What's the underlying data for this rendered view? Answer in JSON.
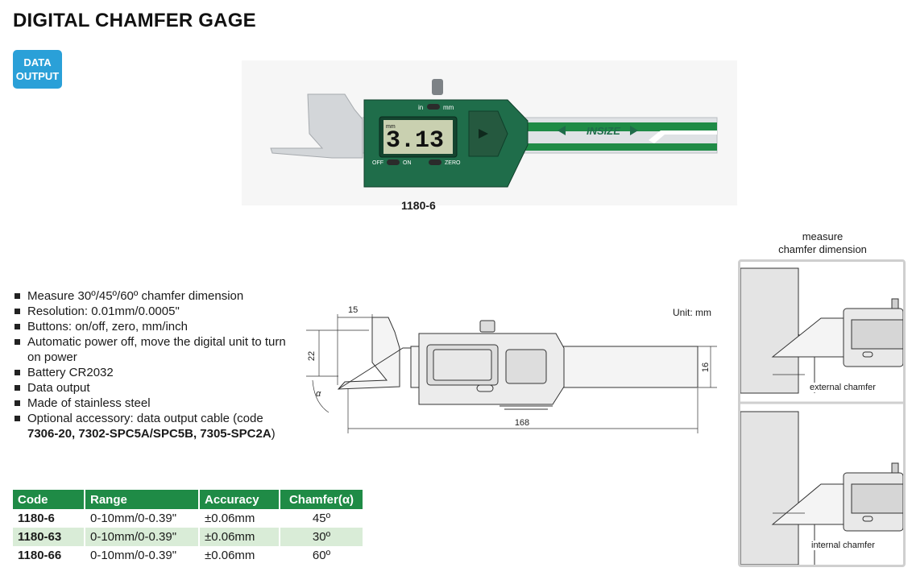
{
  "title": "DIGITAL CHAMFER GAGE",
  "badge": {
    "line1": "DATA",
    "line2": "OUTPUT"
  },
  "product_photo": {
    "model_label": "1180-6",
    "display_value": "3.13",
    "display_unit": "mm",
    "button_in_mm": "in",
    "button_mm": "mm",
    "button_off": "OFF",
    "button_on": "ON",
    "button_zero": "ZERO",
    "brand": "INSIZE",
    "colors": {
      "body": "#1f6d4a",
      "stripe": "#1f8b46",
      "steel": "#d9dcdf"
    }
  },
  "features": [
    {
      "text": "Measure 30º/45º/60º chamfer dimension"
    },
    {
      "text": "Resolution: 0.01mm/0.0005\""
    },
    {
      "text": "Buttons: on/off, zero, mm/inch"
    },
    {
      "text": "Automatic power off, move the digital unit to turn on power"
    },
    {
      "text": "Battery CR2032"
    },
    {
      "text": "Data output"
    },
    {
      "text": "Made of stainless steel"
    },
    {
      "text_pre": "Optional accessory: data output cable (code ",
      "bold": "7306-20, 7302-SPC5A/SPC5B, 7305-SPC2A",
      "text_post": ")"
    }
  ],
  "drawing": {
    "unit_label": "Unit: mm",
    "dim_15": "15",
    "dim_22": "22",
    "dim_16": "16",
    "dim_168": "168",
    "dim_alpha": "α"
  },
  "table": {
    "headers": [
      "Code",
      "Range",
      "Accuracy",
      "Chamfer(α)"
    ],
    "rows": [
      [
        "1180-6",
        "0-10mm/0-0.39\"",
        "±0.06mm",
        "45º"
      ],
      [
        "1180-63",
        "0-10mm/0-0.39\"",
        "±0.06mm",
        "30º"
      ],
      [
        "1180-66",
        "0-10mm/0-0.39\"",
        "±0.06mm",
        "60º"
      ]
    ]
  },
  "panel": {
    "title_line1": "measure",
    "title_line2": "chamfer dimension",
    "caption_external": "external chamfer",
    "caption_internal": "internal chamfer"
  }
}
